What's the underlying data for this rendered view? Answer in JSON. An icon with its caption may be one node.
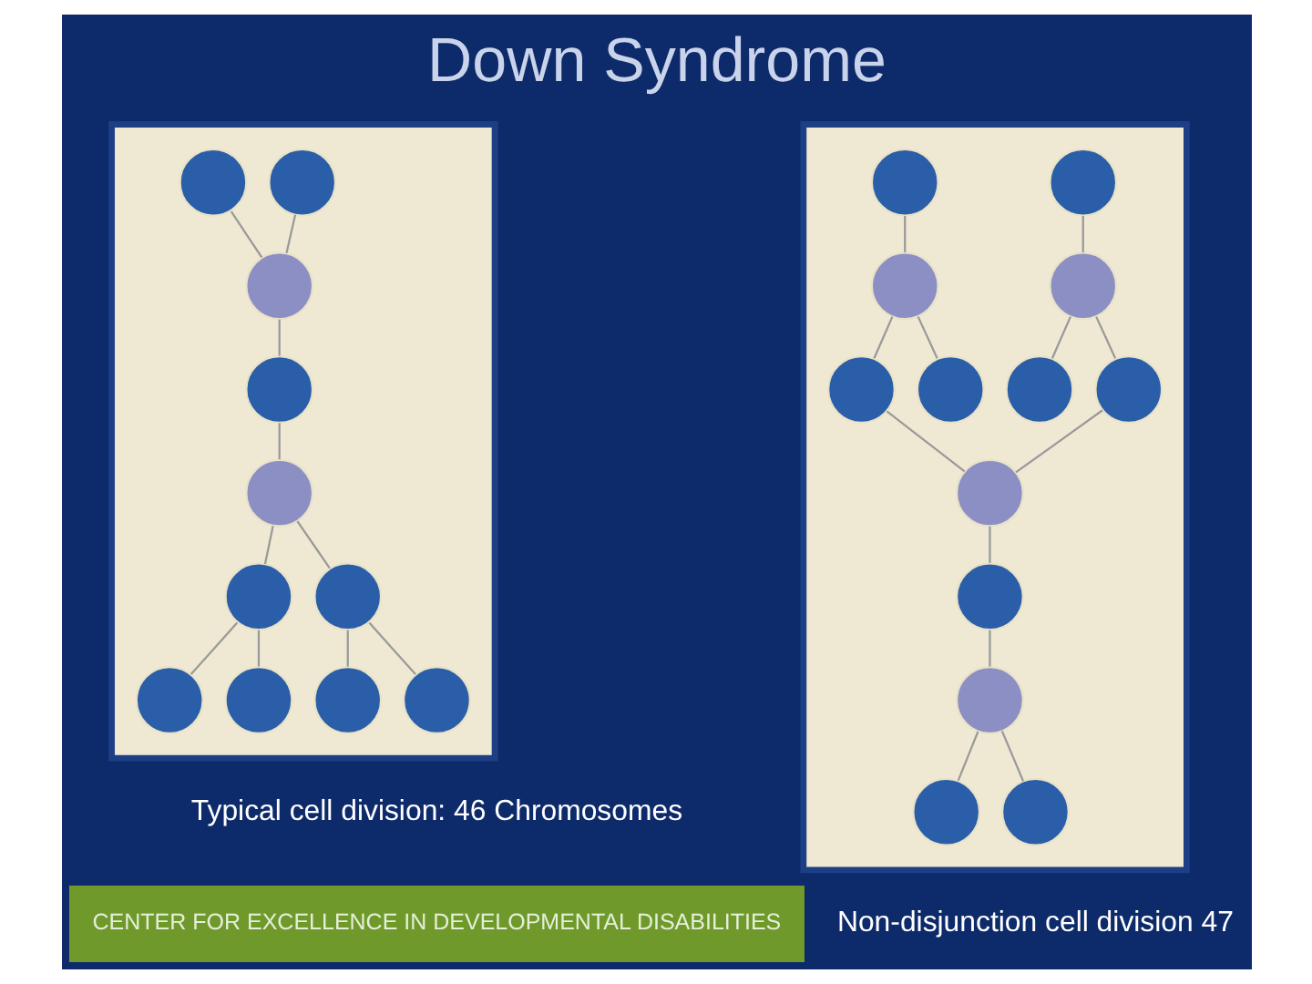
{
  "diagram": {
    "title": "Down Syndrome",
    "nodes": [
      {
        "text": [],
        "shape": "box"
      },
      {
        "text": [],
        "shape": "circle",
        "in": 0
      },
      {
        "text": [],
        "shape": "circle",
        "in": 0
      },
      {
        "text": [],
        "shape": "circle",
        "in": 0
      },
      {
        "text": [],
        "shape": "circle",
        "in": 0
      },
      {
        "text": [],
        "shape": "circle",
        "in": 0
      },
      {
        "text": [],
        "shape": "circle",
        "in": 0
      },
      {
        "text": [],
        "shape": "circle",
        "in": 0
      },
      {
        "text": [],
        "shape": "circle",
        "in": 0
      },
      {
        "text": [],
        "shape": "circle",
        "in": 0
      },
      {
        "text": [],
        "shape": "circle",
        "in": 0
      },
      {
        "text": [],
        "shape": "circle",
        "in": 0
      },
      {
        "text": [],
        "shape": "box"
      },
      {
        "text": [],
        "shape": "circle",
        "in": 12
      },
      {
        "text": [],
        "shape": "circle",
        "in": 12
      },
      {
        "text": [],
        "shape": "circle",
        "in": 12
      },
      {
        "text": [],
        "shape": "circle",
        "in": 12
      },
      {
        "text": [],
        "shape": "circle",
        "in": 12
      },
      {
        "text": [],
        "shape": "circle",
        "in": 12
      },
      {
        "text": [],
        "shape": "circle",
        "in": 12
      },
      {
        "text": [],
        "shape": "circle",
        "in": 12
      },
      {
        "text": [],
        "shape": "circle",
        "in": 12
      },
      {
        "text": [],
        "shape": "circle",
        "in": 12
      },
      {
        "text": [],
        "shape": "circle",
        "in": 12
      },
      {
        "text": [],
        "shape": "circle",
        "in": 12
      },
      {
        "text": [],
        "shape": "circle",
        "in": 12
      }
    ],
    "edges": [
      {
        "from": 1,
        "to": 3,
        "arrow": "none"
      },
      {
        "from": 2,
        "to": 3,
        "arrow": "none"
      },
      {
        "from": 3,
        "to": 4,
        "arrow": "none"
      },
      {
        "from": 4,
        "to": 5,
        "arrow": "none"
      },
      {
        "from": 5,
        "to": 6,
        "arrow": "none"
      },
      {
        "from": 5,
        "to": 7,
        "arrow": "none"
      },
      {
        "from": 6,
        "to": 8,
        "arrow": "none"
      },
      {
        "from": 6,
        "to": 9,
        "arrow": "none"
      },
      {
        "from": 7,
        "to": 10,
        "arrow": "none"
      },
      {
        "from": 7,
        "to": 11,
        "arrow": "none"
      },
      {
        "from": 13,
        "to": 14,
        "arrow": "none"
      },
      {
        "from": 14,
        "to": 15,
        "arrow": "none"
      },
      {
        "from": 14,
        "to": 16,
        "arrow": "none"
      },
      {
        "from": 17,
        "to": 18,
        "arrow": "none"
      },
      {
        "from": 18,
        "to": 19,
        "arrow": "none"
      },
      {
        "from": 18,
        "to": 20,
        "arrow": "none"
      },
      {
        "from": 16,
        "to": 21,
        "arrow": "none"
      },
      {
        "from": 19,
        "to": 21,
        "arrow": "none"
      },
      {
        "from": 21,
        "to": 22,
        "arrow": "none"
      },
      {
        "from": 22,
        "to": 23,
        "arrow": "none"
      },
      {
        "from": 23,
        "to": 24,
        "arrow": "none"
      },
      {
        "from": 23,
        "to": 25,
        "arrow": "none"
      }
    ],
    "labels": [
      "Typical cell division: 46 Chromosomes",
      "Non-disjunction cell division 47",
      "CENTER FOR EXCELLENCE IN DEVELOPMENTAL DISABILITIES"
    ]
  }
}
